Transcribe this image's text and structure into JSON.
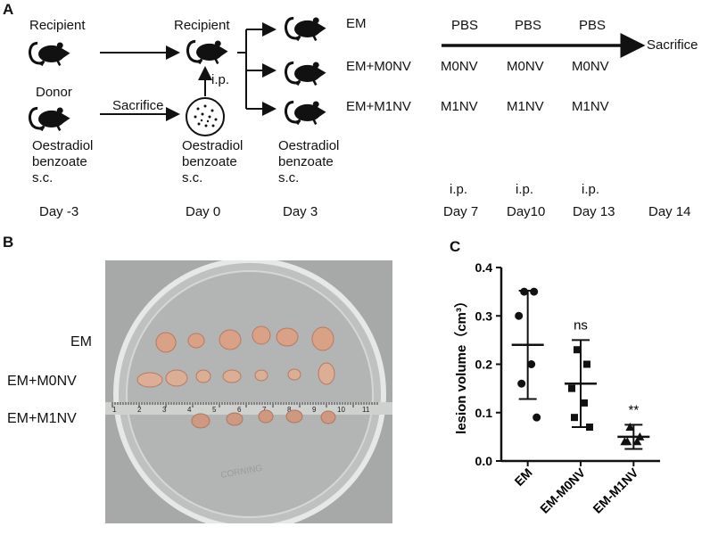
{
  "panelA": {
    "letter": "A",
    "recipient_label": "Recipient",
    "donor_label": "Donor",
    "recipient2_label": "Recipient",
    "sacrifice_arrow_label": "Sacrifice",
    "ip_label": "i.p.",
    "groups": [
      "EM",
      "EM+M0NV",
      "EM+M1NV"
    ],
    "treatment_header": [
      "PBS",
      "PBS",
      "PBS"
    ],
    "row_m0": [
      "M0NV",
      "M0NV",
      "M0NV"
    ],
    "row_m1": [
      "M1NV",
      "M1NV",
      "M1NV"
    ],
    "end_label": "Sacrifice",
    "injections": [
      [
        "Oestradiol",
        "benzoate",
        "s.c."
      ],
      [
        "Oestradiol",
        "benzoate",
        "s.c."
      ],
      [
        "Oestradiol",
        "benzoate",
        "s.c."
      ]
    ],
    "ip_days": [
      "i.p.",
      "i.p.",
      "i.p."
    ],
    "days": [
      "Day -3",
      "Day 0",
      "Day 3",
      "Day 7",
      "Day10",
      "Day 13",
      "Day 14"
    ]
  },
  "panelB": {
    "letter": "B",
    "row_labels": [
      "EM",
      "EM+M0NV",
      "EM+M1NV"
    ],
    "ruler_numbers": [
      "1",
      "2",
      "3",
      "4",
      "5",
      "6",
      "7",
      "8",
      "9",
      "10",
      "11"
    ],
    "dish_text": "CORNING",
    "colors": {
      "tray": "#a8aaa9",
      "lesion": "#d9a287",
      "dish_rim": "#e9ebea"
    }
  },
  "chart_data": {
    "type": "scatter",
    "letter": "C",
    "ylabel": "lesion volume（cm³）",
    "ylim": [
      0,
      0.4
    ],
    "yticks": [
      "0.0",
      "0.1",
      "0.2",
      "0.3",
      "0.4"
    ],
    "categories": [
      "EM",
      "EM-M0NV",
      "EM-M1NV"
    ],
    "series": [
      {
        "values": [
          0.35,
          0.35,
          0.3,
          0.2,
          0.16,
          0.09
        ],
        "mean": 0.24,
        "sd": 0.112,
        "marker": "circle",
        "annotation": ""
      },
      {
        "values": [
          0.23,
          0.2,
          0.15,
          0.12,
          0.09,
          0.07
        ],
        "mean": 0.16,
        "sd": 0.09,
        "marker": "square",
        "annotation": "ns"
      },
      {
        "values": [
          0.07,
          0.05,
          0.04,
          0.04,
          0.04
        ],
        "mean": 0.05,
        "sd": 0.025,
        "marker": "triangle",
        "annotation": "**"
      }
    ],
    "grid": false
  }
}
